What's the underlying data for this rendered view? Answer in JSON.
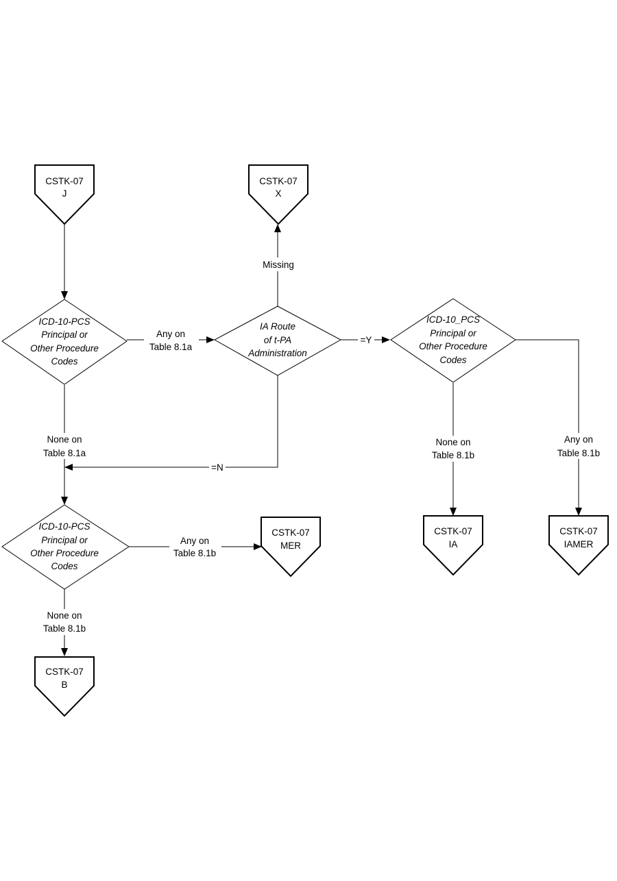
{
  "connectors": {
    "j": {
      "line1": "CSTK-07",
      "line2": "J"
    },
    "x": {
      "line1": "CSTK-07",
      "line2": "X"
    },
    "mer": {
      "line1": "CSTK-07",
      "line2": "MER"
    },
    "ia": {
      "line1": "CSTK-07",
      "line2": "IA"
    },
    "iamer": {
      "line1": "CSTK-07",
      "line2": "IAMER"
    },
    "b": {
      "line1": "CSTK-07",
      "line2": "B"
    }
  },
  "decisions": {
    "d1": {
      "lines": [
        "ICD-10-PCS",
        "Principal or",
        "Other Procedure",
        "Codes"
      ]
    },
    "d2": {
      "lines": [
        "IA Route",
        "of t-PA",
        "Administration"
      ]
    },
    "d3": {
      "lines": [
        "ICD-10_PCS",
        "Principal or",
        "Other Procedure",
        "Codes"
      ]
    },
    "d4": {
      "lines": [
        "ICD-10-PCS",
        "Principal or",
        "Other Procedure",
        "Codes"
      ]
    }
  },
  "edges": {
    "d1_to_d2": {
      "lines": [
        "Any on",
        "Table 8.1a"
      ]
    },
    "d1_down": {
      "lines": [
        "None on",
        "Table  8.1a"
      ]
    },
    "d2_missing": {
      "lines": [
        "Missing"
      ]
    },
    "d2_yes": {
      "lines": [
        "=Y"
      ]
    },
    "d2_no": {
      "lines": [
        "=N"
      ]
    },
    "d3_none": {
      "lines": [
        "None on",
        "Table 8.1b"
      ]
    },
    "d3_any": {
      "lines": [
        "Any on",
        "Table 8.1b"
      ]
    },
    "d4_any": {
      "lines": [
        "Any on",
        "Table 8.1b"
      ]
    },
    "d4_none": {
      "lines": [
        "None on",
        "Table 8.1b"
      ]
    }
  }
}
